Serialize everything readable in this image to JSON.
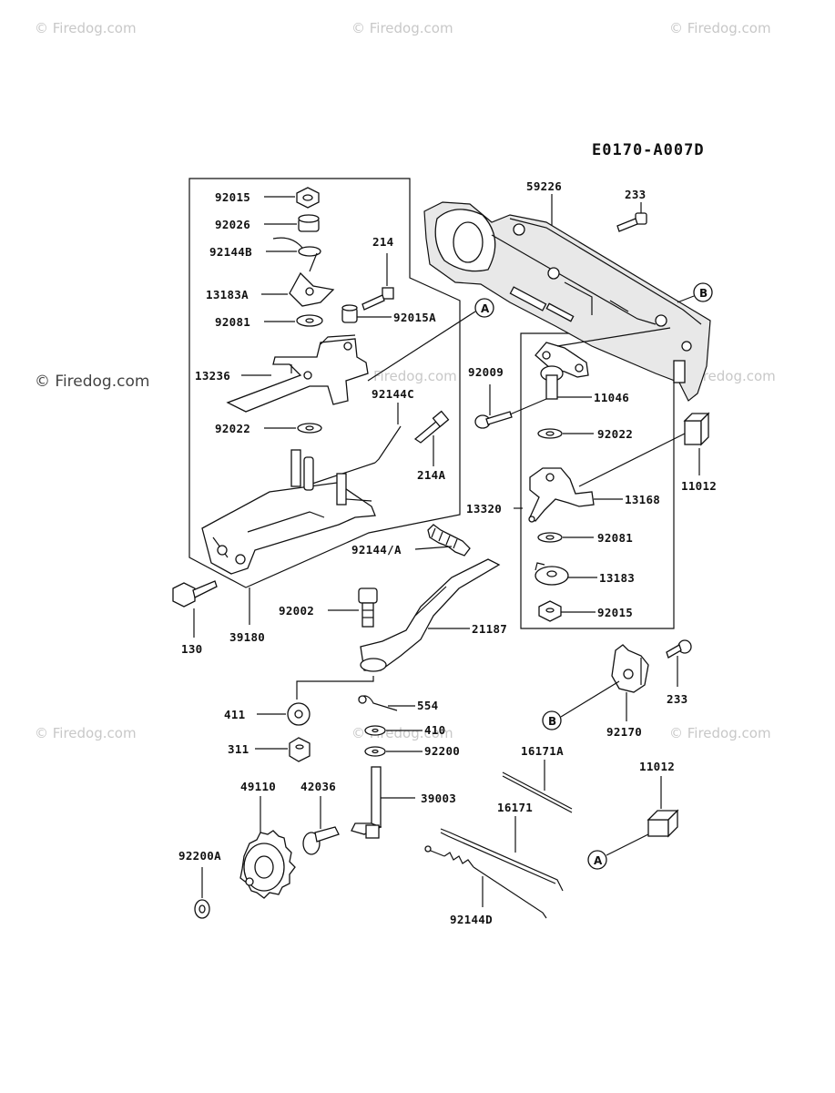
{
  "diagram_code": "E0170-A007D",
  "watermark": "© Firedog.com",
  "watermark_short": "Firedog.com",
  "callouts": {
    "a": "A",
    "b": "B"
  },
  "labels": {
    "p92015": "92015",
    "p92026": "92026",
    "p92144B": "92144B",
    "p214": "214",
    "p13183A": "13183A",
    "p92015A": "92015A",
    "p92081a": "92081",
    "p13236": "13236",
    "p92144C": "92144C",
    "p92022a": "92022",
    "p214A": "214A",
    "p92144A": "92144/A",
    "p130": "130",
    "p39180": "39180",
    "p92002": "92002",
    "p21187": "21187",
    "p411": "411",
    "p554": "554",
    "p410": "410",
    "p311": "311",
    "p92200": "92200",
    "p49110": "49110",
    "p42036": "42036",
    "p39003": "39003",
    "p92200A": "92200A",
    "p59226": "59226",
    "p233a": "233",
    "p92009": "92009",
    "p11046": "11046",
    "p92022b": "92022",
    "p11012a": "11012",
    "p13320": "13320",
    "p13168": "13168",
    "p92081b": "92081",
    "p13183": "13183",
    "p92015b": "92015",
    "p233b": "233",
    "p92170": "92170",
    "p16171A": "16171A",
    "p16171": "16171",
    "p11012b": "11012",
    "p92144D": "92144D"
  }
}
